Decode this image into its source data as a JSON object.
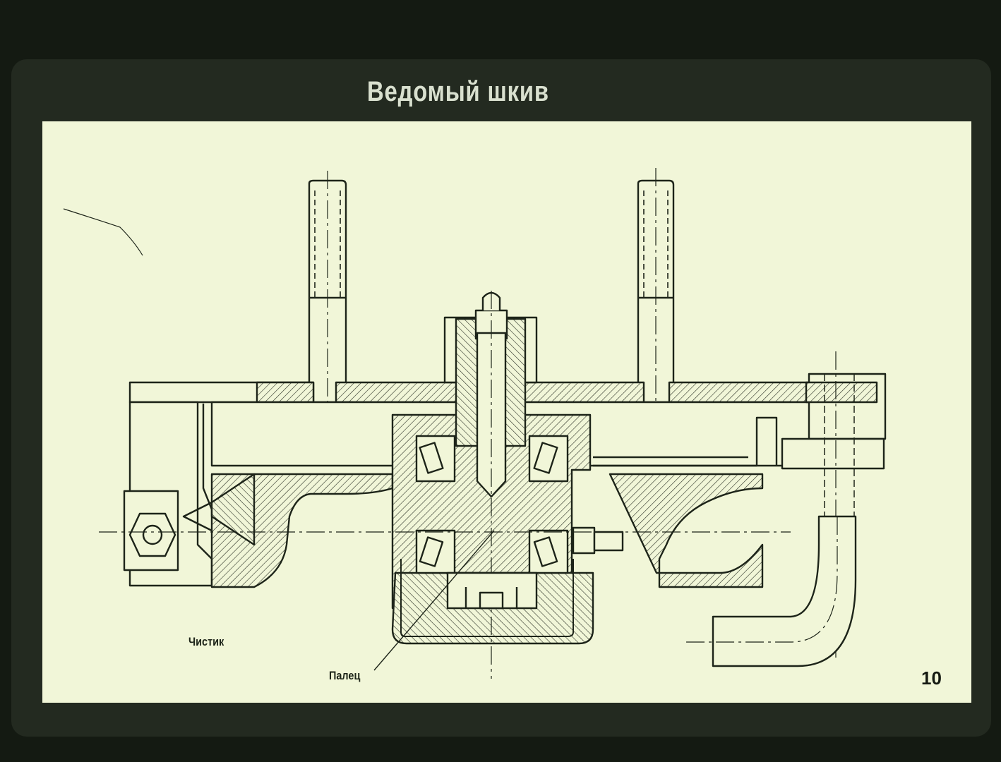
{
  "slide": {
    "title": "Ведомый шкив",
    "page_number": "10"
  },
  "labels": {
    "cleaner": "Чистик",
    "pin": "Палец"
  },
  "colors": {
    "background": "#141a12",
    "sheet": "#f1f6d8",
    "ink": "#1d2419",
    "title": "#d9e0cf"
  }
}
